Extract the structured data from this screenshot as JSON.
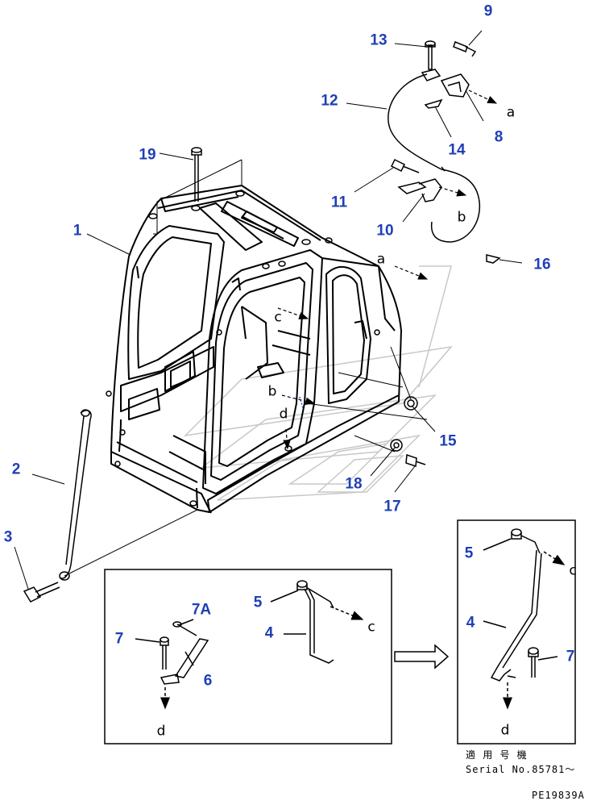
{
  "diagram": {
    "accent_color": "#1f3fb5",
    "line_color": "#000000",
    "callouts": [
      {
        "id": "1",
        "label": "1"
      },
      {
        "id": "2",
        "label": "2"
      },
      {
        "id": "3",
        "label": "3"
      },
      {
        "id": "4-top",
        "label": "4"
      },
      {
        "id": "4-inset",
        "label": "4"
      },
      {
        "id": "5-top",
        "label": "5"
      },
      {
        "id": "5-inset",
        "label": "5"
      },
      {
        "id": "6",
        "label": "6"
      },
      {
        "id": "7-top",
        "label": "7"
      },
      {
        "id": "7-inset",
        "label": "7"
      },
      {
        "id": "7A",
        "label": "7A"
      },
      {
        "id": "8",
        "label": "8"
      },
      {
        "id": "9",
        "label": "9"
      },
      {
        "id": "10",
        "label": "10"
      },
      {
        "id": "11",
        "label": "11"
      },
      {
        "id": "12",
        "label": "12"
      },
      {
        "id": "13",
        "label": "13"
      },
      {
        "id": "14",
        "label": "14"
      },
      {
        "id": "15",
        "label": "15"
      },
      {
        "id": "16",
        "label": "16"
      },
      {
        "id": "17",
        "label": "17"
      },
      {
        "id": "18",
        "label": "18"
      },
      {
        "id": "19",
        "label": "19"
      }
    ],
    "letters": [
      {
        "id": "a-top",
        "label": "a"
      },
      {
        "id": "b-top",
        "label": "b"
      },
      {
        "id": "a-cab",
        "label": "a"
      },
      {
        "id": "c-cab",
        "label": "c"
      },
      {
        "id": "b-cab",
        "label": "b"
      },
      {
        "id": "d-cab",
        "label": "d"
      },
      {
        "id": "c-box",
        "label": "c"
      },
      {
        "id": "d-box",
        "label": "d"
      },
      {
        "id": "c-inset",
        "label": "c"
      },
      {
        "id": "d-inset",
        "label": "d"
      }
    ],
    "serial_caption": {
      "applicable_label": "適 用 号 機",
      "serial_label": "Serial No.85781～"
    },
    "drawing_code": "PE19839A"
  }
}
